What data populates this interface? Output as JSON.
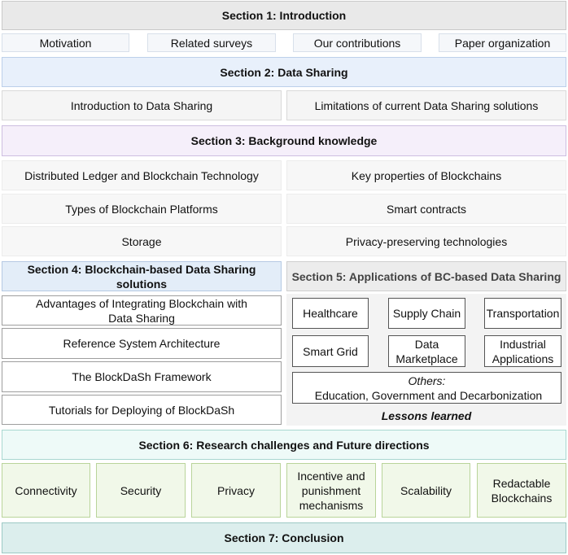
{
  "section1": {
    "title": "Section 1: Introduction",
    "items": [
      "Motivation",
      "Related surveys",
      "Our contributions",
      "Paper organization"
    ]
  },
  "section2": {
    "title": "Section 2: Data Sharing",
    "items": [
      "Introduction to Data Sharing",
      "Limitations of current Data Sharing solutions"
    ]
  },
  "section3": {
    "title": "Section 3: Background knowledge",
    "items": [
      "Distributed Ledger and Blockchain Technology",
      "Key properties of Blockchains",
      "Types of Blockchain Platforms",
      "Smart contracts",
      "Storage",
      "Privacy-preserving technologies"
    ]
  },
  "section4": {
    "title": "Section 4: Blockchain-based Data Sharing solutions",
    "items": [
      "Advantages of Integrating Blockchain with Data Sharing",
      "Reference System Architecture",
      "The BlockDaSh Framework",
      "Tutorials for Deploying of BlockDaSh"
    ]
  },
  "section5": {
    "title": "Section 5: Applications of BC-based Data Sharing",
    "apps": [
      "Healthcare",
      "Supply Chain",
      "Transportation",
      "Smart Grid",
      "Data Marketplace",
      "Industrial Applications"
    ],
    "others_prefix": "Others:",
    "others_text": " Education, Government and Decarbonization",
    "lessons": "Lessons learned"
  },
  "section6": {
    "title": "Section 6: Research challenges and Future directions",
    "items": [
      "Connectivity",
      "Security",
      "Privacy",
      "Incentive and punishment mechanisms",
      "Scalability",
      "Redactable Blockchains"
    ]
  },
  "section7": {
    "title": "Section 7: Conclusion"
  }
}
